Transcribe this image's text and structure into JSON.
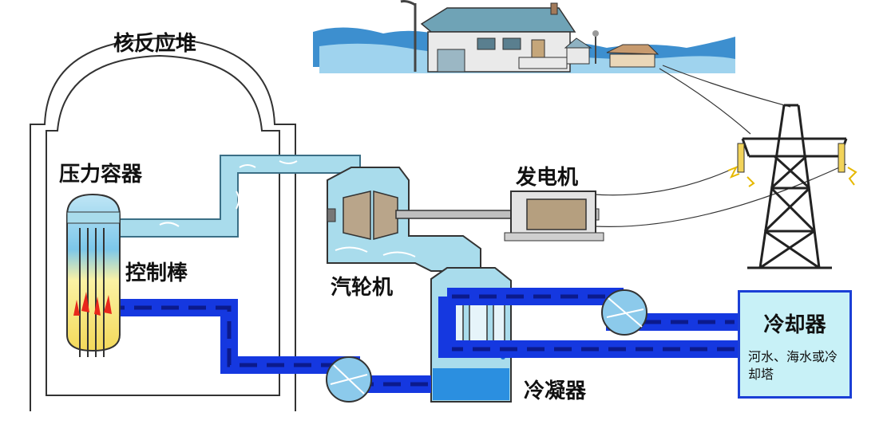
{
  "labels": {
    "reactor": "核反应堆",
    "pressure_vessel": "压力容器",
    "control_rod": "控制棒",
    "generator": "发电机",
    "turbine": "汽轮机",
    "condenser": "冷凝器",
    "cooler_title": "冷却器",
    "cooler_sub": "河水、海水或冷却塔"
  },
  "colors": {
    "steam_pipe": "#a9dcec",
    "water_pipe": "#1538e0",
    "flow_dash": "#0b1a8c",
    "building_outline": "#333333",
    "cooler_border": "#1b3fd6",
    "cooler_fill": "#c8f1f7",
    "core_yellow": "#f7e27a",
    "core_red": "#e8281c"
  },
  "icons": [
    "house-icon",
    "transmission-tower-icon",
    "street-lamp-icon",
    "lightning-spark-icon",
    "pump-icon",
    "turbine-icon",
    "generator-icon"
  ]
}
